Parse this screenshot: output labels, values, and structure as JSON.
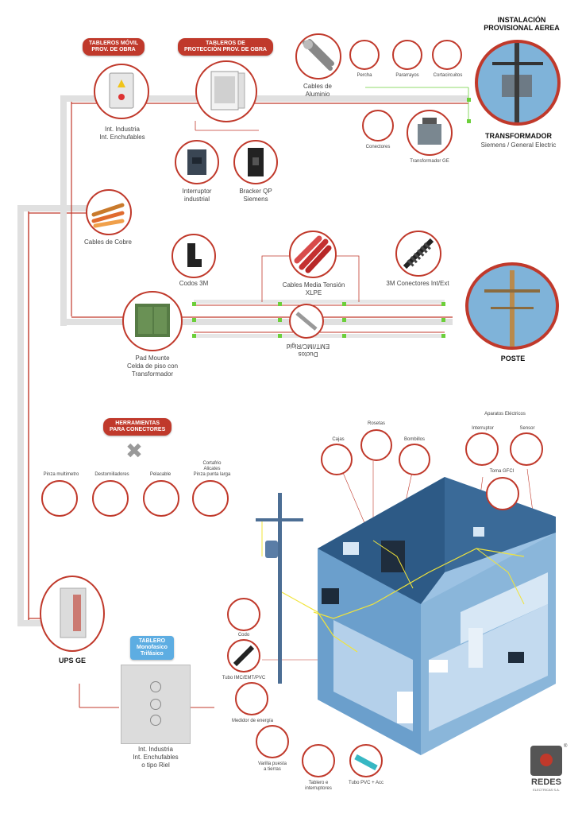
{
  "header": {
    "instalacion": "INSTALACIÓN\nPROVISIONAL AEREA",
    "transformador_title": "TRANSFORMADOR",
    "transformador_sub": "Siemens / General Electric",
    "poste": "POSTE",
    "ups": "UPS GE"
  },
  "badges": {
    "tableros_movil": "TABLEROS MÓVIL\nPROV. DE OBRA",
    "tableros_proteccion": "TABLEROS DE\nPROTECCIÓN PROV. DE OBRA",
    "herramientas": "HERRAMIENTAS\nPARA CONECTORES",
    "tablero_mono": "TABLERO\nMonofasico\nTrifásico"
  },
  "labels": {
    "int_industria": "Int. Industria\nInt. Enchufables",
    "cables_aluminio": "Cables de\nAluminio",
    "percha": "Percha",
    "pararrayos": "Pararrayos",
    "cortacircuitos": "Cortacircuitos",
    "conectores": "Conectores",
    "transformador_ge": "Transformador GE",
    "interruptor_industrial": "Interruptor\nindustrial",
    "bracker": "Bracker QP\nSiemens",
    "cables_cobre": "Cables de Cobre",
    "codos_3m": "Codos 3M",
    "cables_media": "Cables Media Tensión\nXLPE",
    "conectores_3m": "3M Conectores Int/Ext",
    "ductos": "Ductos\nEMT/IMC/Rigid",
    "pad_mounte": "Pad Mounte\nCelda de piso con\nTransformador",
    "pinza_multimetro": "Pinza multimetro",
    "destornilladores": "Destornilladores",
    "pelacable": "Pelacable",
    "cortafrio": "Cortafrio\nAlicates\nPinza punta larga",
    "rosetas": "Rosetas",
    "cajas": "Cajas",
    "bombillos": "Bombillos",
    "aparatos": "Aparatos Eléctricos",
    "interruptor": "Interruptor",
    "sensor": "Sensor",
    "toma_gfci": "Toma GFCI",
    "codo": "Codo",
    "tubo_imc": "Tubo IMC/EMT/PVC",
    "medidor": "Medidor de energía",
    "varilla": "Varilla puesta\na tierras",
    "tablero_interruptores": "Tablero e\ninterruptores",
    "tubo_pvc": "Tubo PVC + Acc",
    "int_riel": "Int. Industria\nInt. Enchufables\no tipo Riel"
  },
  "logo": {
    "brand": "REDES",
    "sub": "ELECTRICAS S.A.",
    "reg": "®"
  },
  "colors": {
    "accent": "#c0392b",
    "connector": "#6ccf3a",
    "conduit": "#e6e6e6",
    "house": "#4a7fb0",
    "badge_blue": "#5dade2"
  }
}
